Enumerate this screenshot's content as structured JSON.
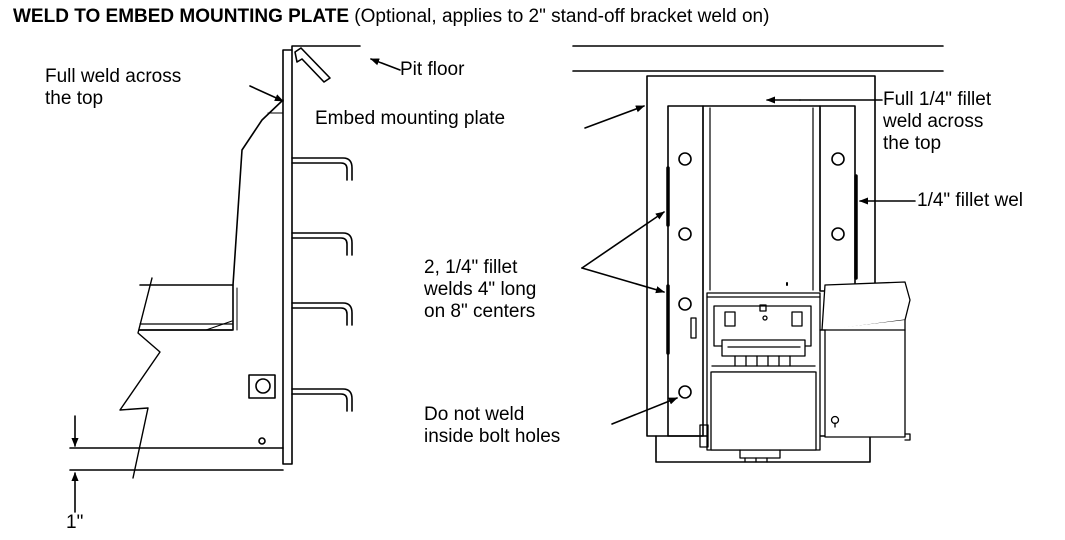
{
  "title": {
    "bold": "WELD TO EMBED MOUNTING PLATE",
    "rest": " (Optional, applies to 2\" stand-off bracket weld on)"
  },
  "labels": {
    "full_weld_top": "Full weld across\nthe top",
    "pit_floor": "Pit floor",
    "embed_plate": "Embed mounting plate",
    "full_fillet_top": "Full 1/4\" fillet\nweld across\nthe top",
    "fillet_side": "1/4\" fillet wel",
    "two_fillets": "2, 1/4\" fillet\nwelds 4\" long\non 8\" centers",
    "no_weld_holes": "Do not weld\ninside bolt holes",
    "dimension": "1\""
  }
}
